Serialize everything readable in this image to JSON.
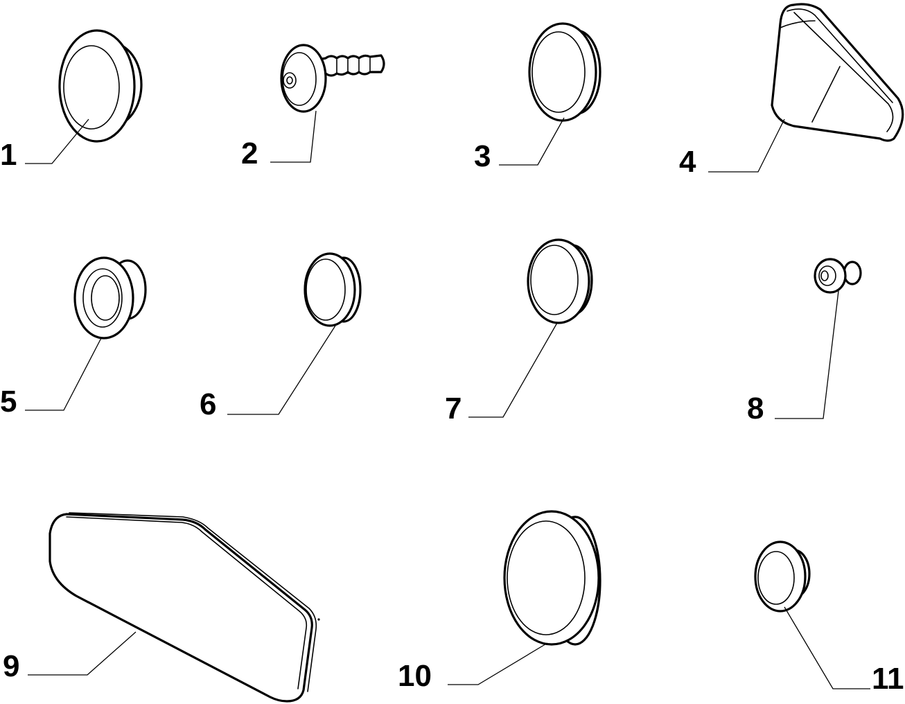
{
  "parts": [
    {
      "label": "1"
    },
    {
      "label": "2"
    },
    {
      "label": "3"
    },
    {
      "label": "4"
    },
    {
      "label": "5"
    },
    {
      "label": "6"
    },
    {
      "label": "7"
    },
    {
      "label": "8"
    },
    {
      "label": "9"
    },
    {
      "label": "10"
    },
    {
      "label": "11"
    }
  ],
  "colors": {
    "line": "#000000",
    "background": "#ffffff"
  }
}
